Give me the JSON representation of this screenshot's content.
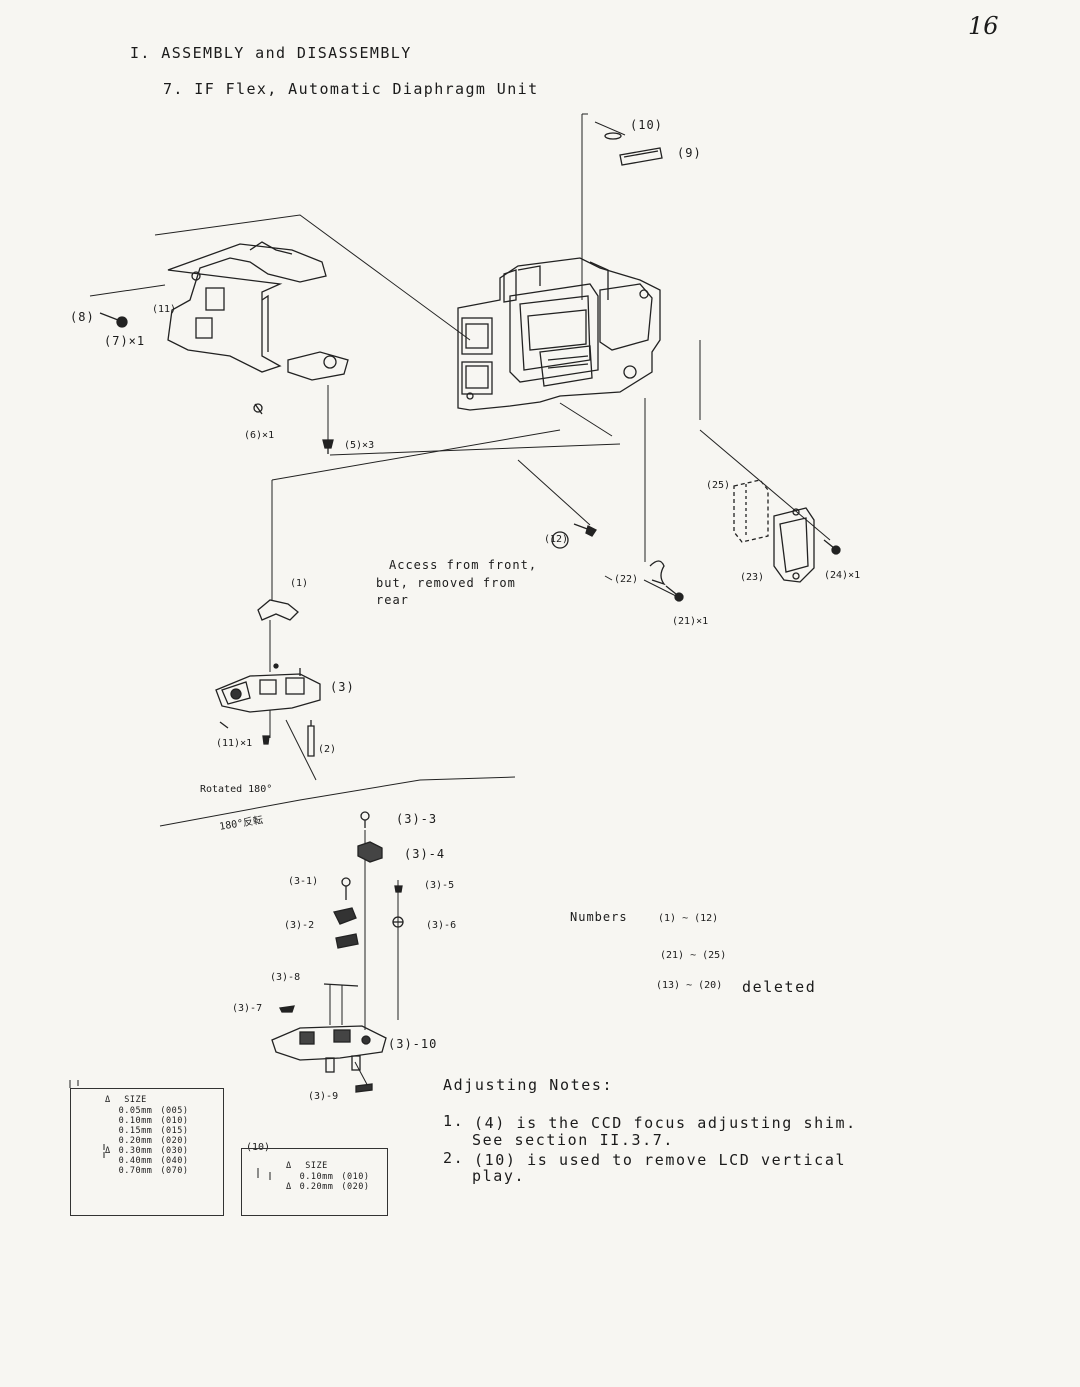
{
  "page_number": "16",
  "section_heading": "I. ASSEMBLY and DISASSEMBLY",
  "subsection_heading": "7. IF Flex, Automatic Diaphragm Unit",
  "part_labels": {
    "p10": "(10)",
    "p9": "(9)",
    "p8": "(8)",
    "p11": "(11)",
    "p7": "(7)×1",
    "p6": "(6)×1",
    "p5": "(5)×3",
    "p12": "(12)",
    "p25": "(25)",
    "p22": "(22)",
    "p21": "(21)×1",
    "p23": "(23)",
    "p24": "(24)×1",
    "p1": "(1)",
    "p3": "(3)",
    "p11x1": "(11)×1",
    "p2": "(2)",
    "p3_3": "(3)-3",
    "p3_4": "(3)-4",
    "p3_1": "(3-1)",
    "p3_5": "(3)-5",
    "p3_2": "(3)-2",
    "p3_6": "(3)-6",
    "p3_8": "(3)-8",
    "p3_7": "(3)-7",
    "p3_10": "(3)-10",
    "p3_9": "(3)-9"
  },
  "access_note": [
    "Access from front,",
    "but, removed from",
    "rear"
  ],
  "rotated_label": "Rotated 180°",
  "rotated_label_jp": "180°反転",
  "numbers_note": {
    "label": "Numbers",
    "line1": "(1) ~ (12)",
    "line2": "(21) ~ (25)",
    "line3": "(13) ~ (20)",
    "deleted": "deleted"
  },
  "adjusting_notes": {
    "title": "Adjusting Notes:",
    "item1_num": "1.",
    "item1_line1": "(4) is the CCD focus adjusting shim.",
    "item1_line2": "See section II.3.7.",
    "item2_num": "2.",
    "item2_line1": "(10) is used to remove LCD vertical",
    "item2_line2": "play."
  },
  "shim_table_4": {
    "header_mark": "Δ",
    "header_size": "SIZE",
    "rows": [
      {
        "mark": "",
        "size": "0.05mm",
        "code": "(005)"
      },
      {
        "mark": "",
        "size": "0.10mm",
        "code": "(010)"
      },
      {
        "mark": "",
        "size": "0.15mm",
        "code": "(015)"
      },
      {
        "mark": "",
        "size": "0.20mm",
        "code": "(020)"
      },
      {
        "mark": "Δ",
        "size": "0.30mm",
        "code": "(030)"
      },
      {
        "mark": "",
        "size": "0.40mm",
        "code": "(040)"
      },
      {
        "mark": "",
        "size": "0.70mm",
        "code": "(070)"
      }
    ]
  },
  "shim_table_10": {
    "label": "(10)",
    "header_mark": "Δ",
    "header_size": "SIZE",
    "rows": [
      {
        "mark": "",
        "size": "0.10mm",
        "code": "(010)"
      },
      {
        "mark": "Δ",
        "size": "0.20mm",
        "code": "(020)"
      }
    ]
  }
}
